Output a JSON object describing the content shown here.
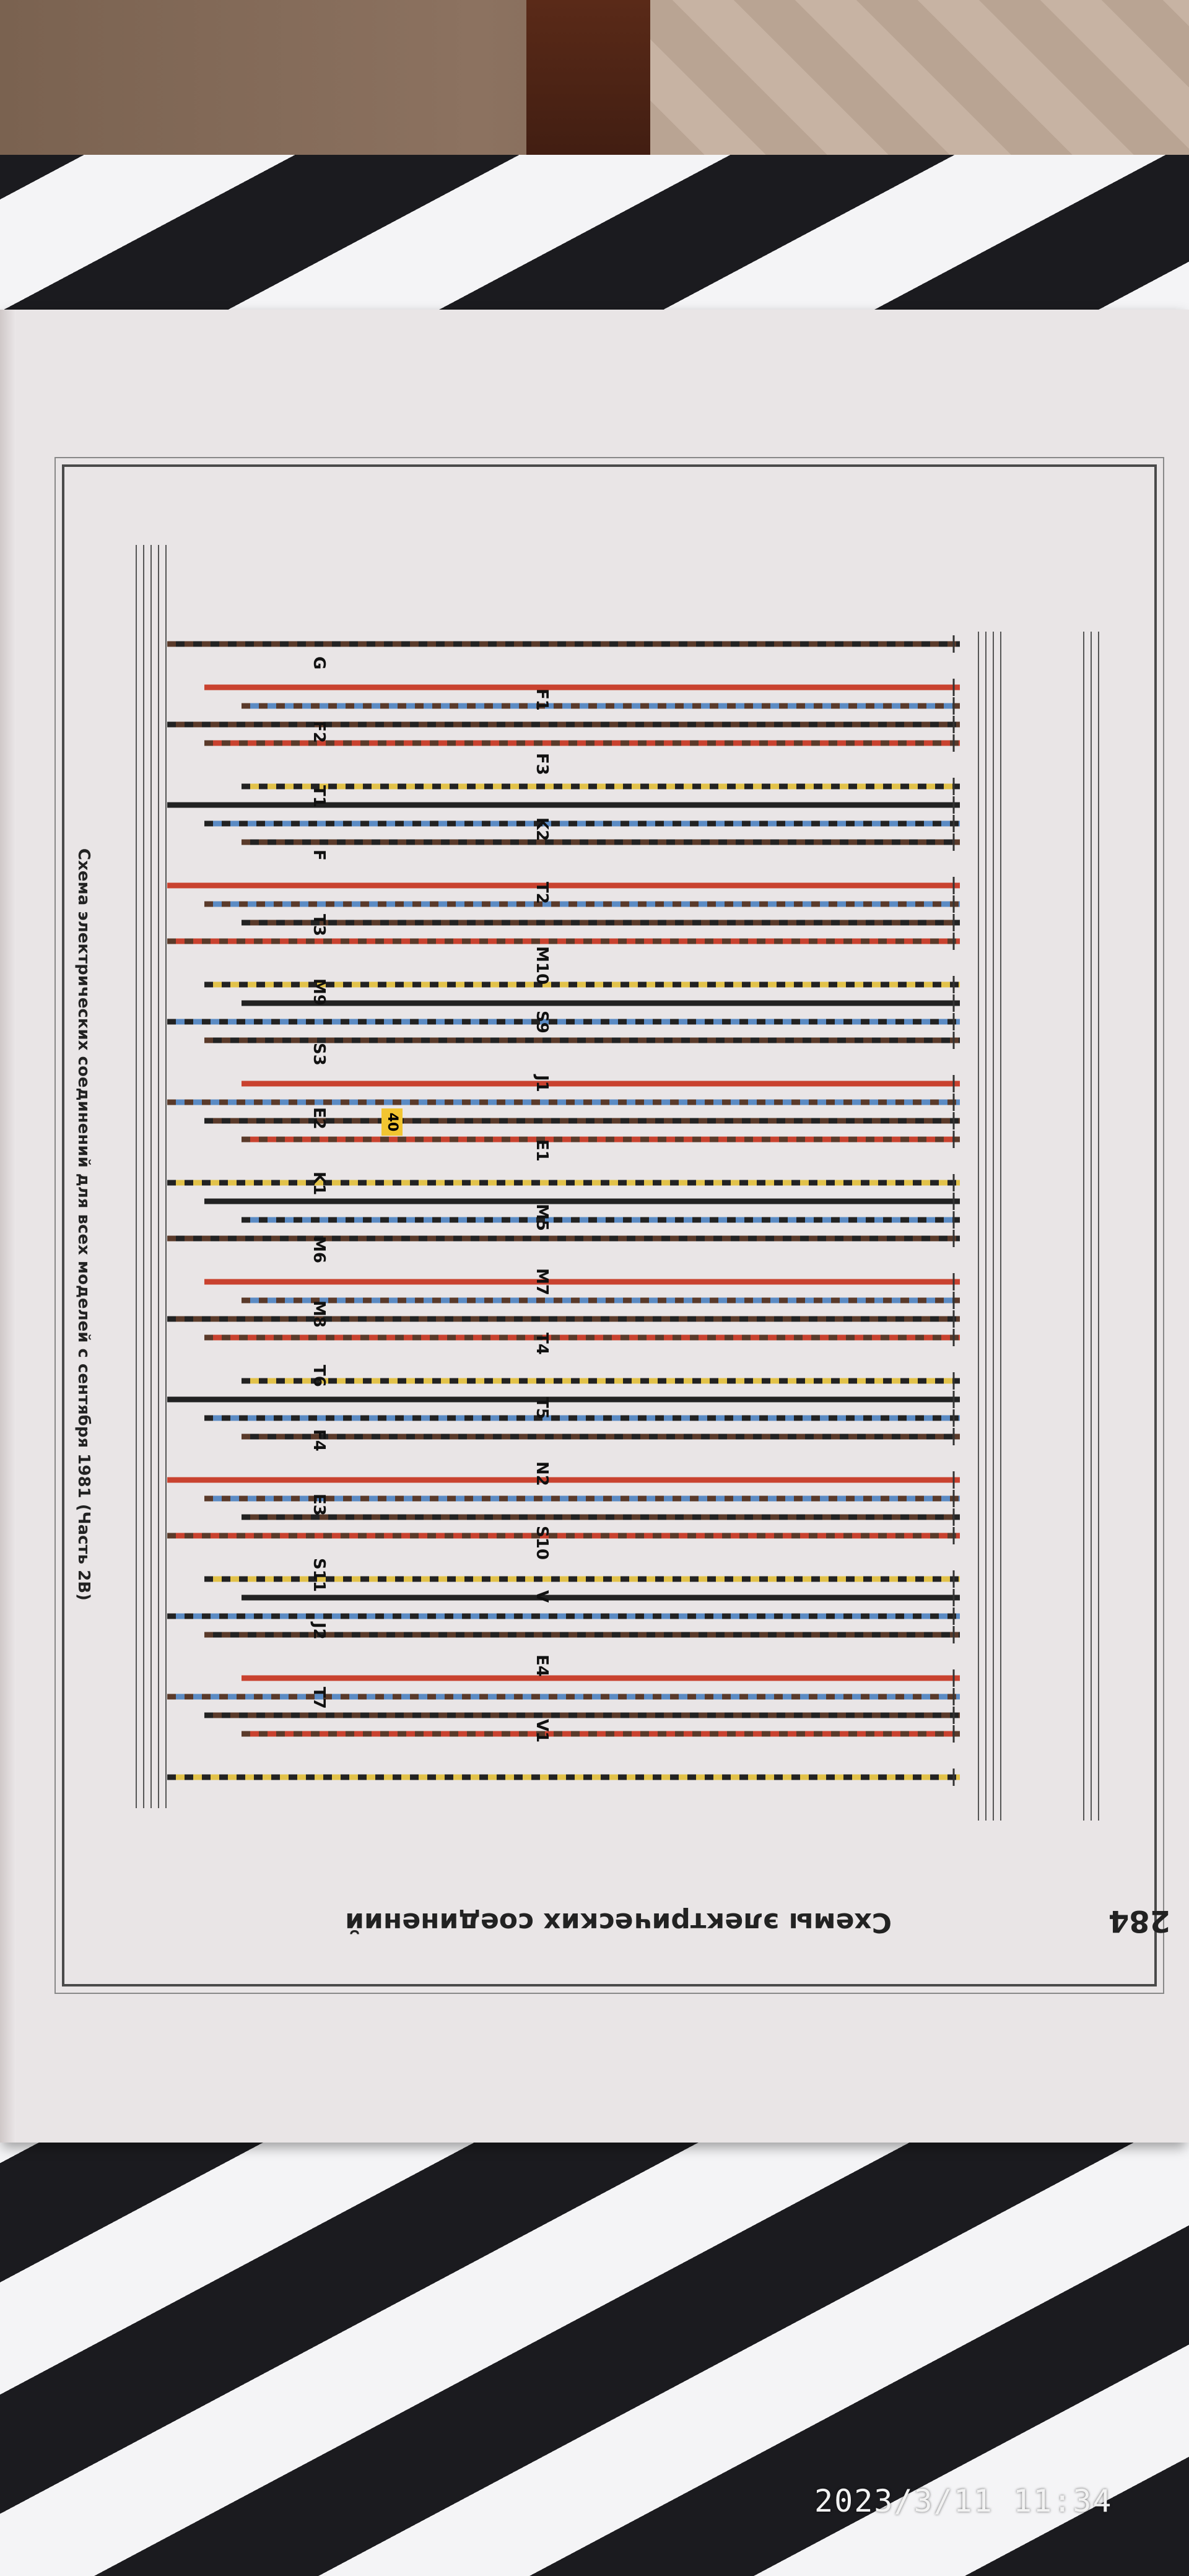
{
  "page": {
    "running_title": "Схемы электрических соединений",
    "page_number": "284",
    "caption": "Схема электрических соединений для всех моделей с сентября 1981 (Часть 2В)"
  },
  "components": [
    "G",
    "F1",
    "F2",
    "F3",
    "T1",
    "K2",
    "F",
    "T2",
    "T3",
    "M10",
    "M9",
    "S9",
    "S3",
    "J1",
    "E2",
    "E1",
    "K1",
    "M5",
    "M6",
    "M7",
    "M8",
    "T4",
    "T6",
    "T5",
    "F4",
    "N2",
    "E3",
    "S10",
    "S11",
    "V",
    "J2",
    "E4",
    "T7",
    "V1"
  ],
  "badge": "40",
  "photo_timestamp": "2023/3/11 11:34",
  "colors": {
    "wire_red": "#c9422f",
    "wire_brown": "#5a3a2a",
    "wire_blue": "#5b8bc4",
    "wire_yellow": "#e2c24a",
    "wire_black": "#222222",
    "paper": "#e9e5e6",
    "badge": "#f2c531"
  }
}
